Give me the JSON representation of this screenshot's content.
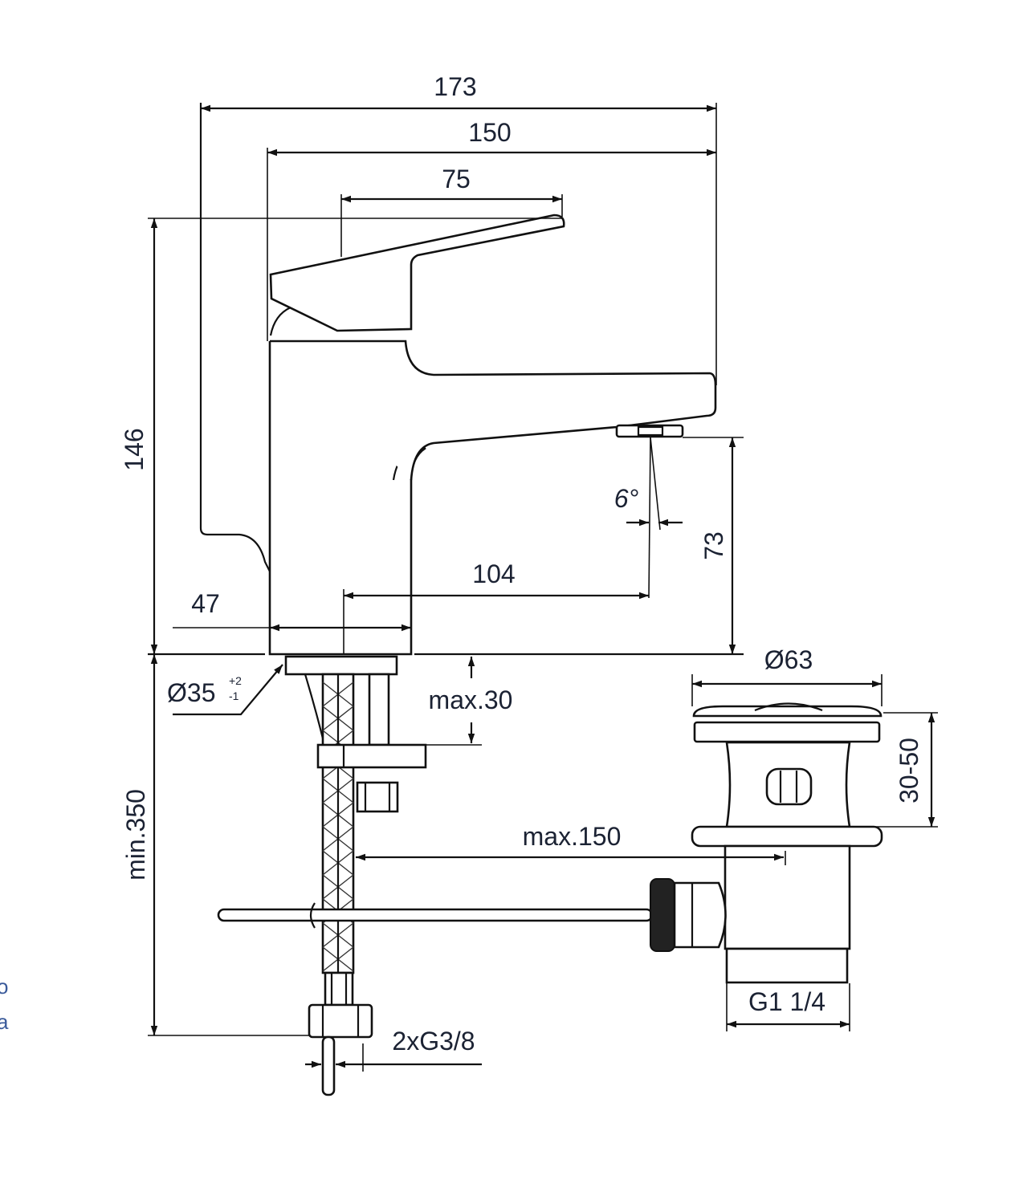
{
  "drawing": {
    "title": "Basin mixer technical drawing",
    "dimensions": {
      "overall_length": "173",
      "body_to_spout": "150",
      "lever": "75",
      "height": "146",
      "spout_reach": "104",
      "spout_angle": "6°",
      "spout_height": "73",
      "base_width": "47",
      "hole_diameter": "Ø35",
      "hole_tol_plus": "+2",
      "hole_tol_minus": "-1",
      "deck_thickness": "max.30",
      "hose_length": "min.350",
      "connections": "2xG3/8",
      "waste_diameter": "Ø63",
      "waste_range": "30-50",
      "rod_length": "max.150",
      "waste_thread": "G1 1/4"
    },
    "cutoff_text": [
      "o",
      "a"
    ]
  }
}
